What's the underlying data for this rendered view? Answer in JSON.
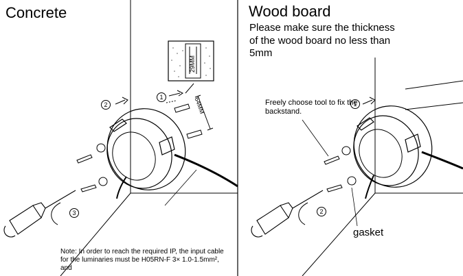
{
  "concrete": {
    "title": "Concrete",
    "depth_label": "29MM",
    "spacing_label": "64MM",
    "note": "Note: In order to reach the required IP, the input cable for the luminaries must be H05RN-F  3× 1.0-1.5mm², and",
    "steps": [
      "1",
      "2",
      "3"
    ]
  },
  "wood": {
    "title": "Wood board",
    "instruction": "Please make sure the thickness of the wood board no less than 5mm",
    "tool_note": "Freely choose tool to fix the backstand.",
    "gasket_label": "gasket",
    "steps": [
      "1",
      "2"
    ]
  },
  "icons": [
    "screwdriver-icon",
    "screw-icon",
    "anchor-icon",
    "backstand-icon",
    "cable-icon"
  ]
}
